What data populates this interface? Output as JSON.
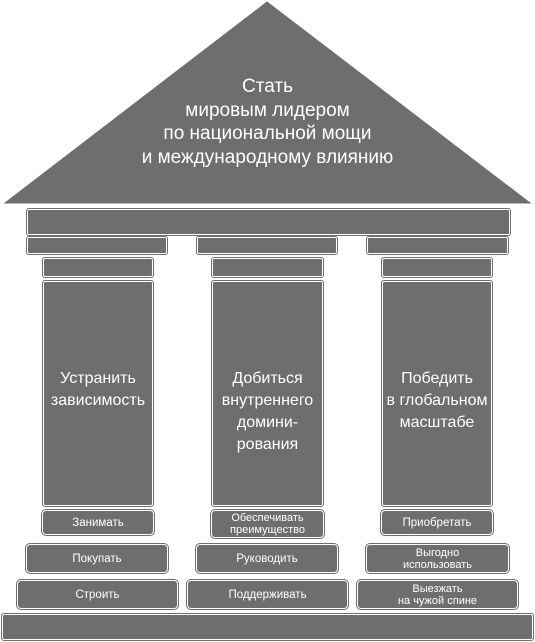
{
  "colors": {
    "fill": "#6e6e70",
    "text": "#ffffff",
    "background": "#ffffff"
  },
  "roof": {
    "lines": [
      "Стать",
      "мировым лидером",
      "по национальной мощи",
      "и международному влиянию"
    ]
  },
  "pillars": [
    {
      "lines": [
        "Устранить",
        "зависимость"
      ],
      "steps": [
        [
          "Занимать"
        ],
        [
          "Покупать"
        ],
        [
          "Строить"
        ]
      ]
    },
    {
      "lines": [
        "Добиться",
        "внутреннего",
        "домини-",
        "рования"
      ],
      "steps": [
        [
          "Обеспечивать",
          "преимущество"
        ],
        [
          "Руководить"
        ],
        [
          "Поддерживать"
        ]
      ]
    },
    {
      "lines": [
        "Победить",
        "в глобальном",
        "масштабе"
      ],
      "steps": [
        [
          "Приобретать"
        ],
        [
          "Выгодно",
          "использовать"
        ],
        [
          "Выезжать",
          "на чужой спине"
        ]
      ]
    }
  ]
}
